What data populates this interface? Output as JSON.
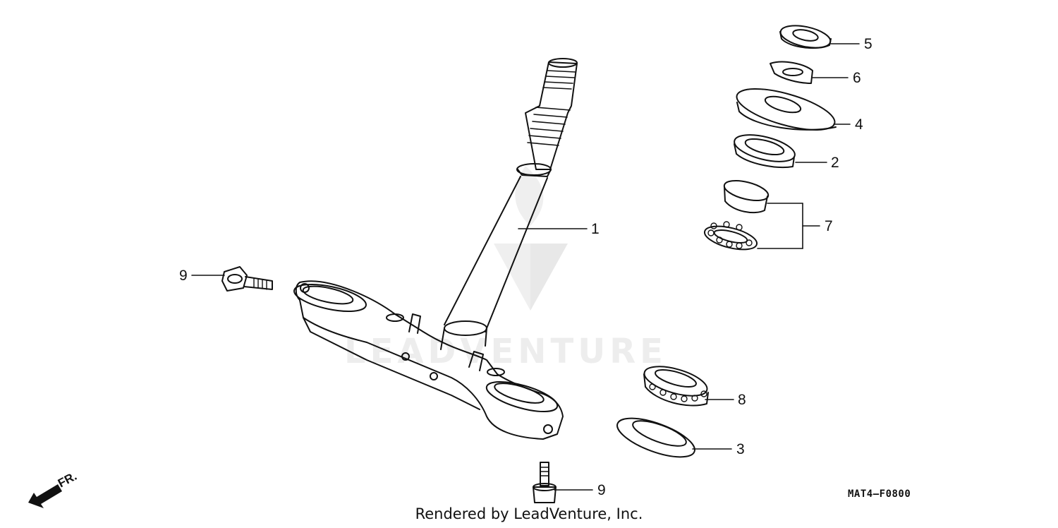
{
  "callouts": [
    {
      "id": "1",
      "label": "1"
    },
    {
      "id": "2",
      "label": "2"
    },
    {
      "id": "3",
      "label": "3"
    },
    {
      "id": "4",
      "label": "4"
    },
    {
      "id": "5",
      "label": "5"
    },
    {
      "id": "6",
      "label": "6"
    },
    {
      "id": "7",
      "label": "7"
    },
    {
      "id": "8",
      "label": "8"
    },
    {
      "id": "9a",
      "label": "9"
    },
    {
      "id": "9b",
      "label": "9"
    }
  ],
  "direction_label": "FR.",
  "reference_code": "MAT4–F0800",
  "watermark_text": "LEADVENTURE",
  "footer_text": "Rendered by LeadVenture, Inc.",
  "colors": {
    "line": "#111111",
    "watermark": "#ededed"
  }
}
